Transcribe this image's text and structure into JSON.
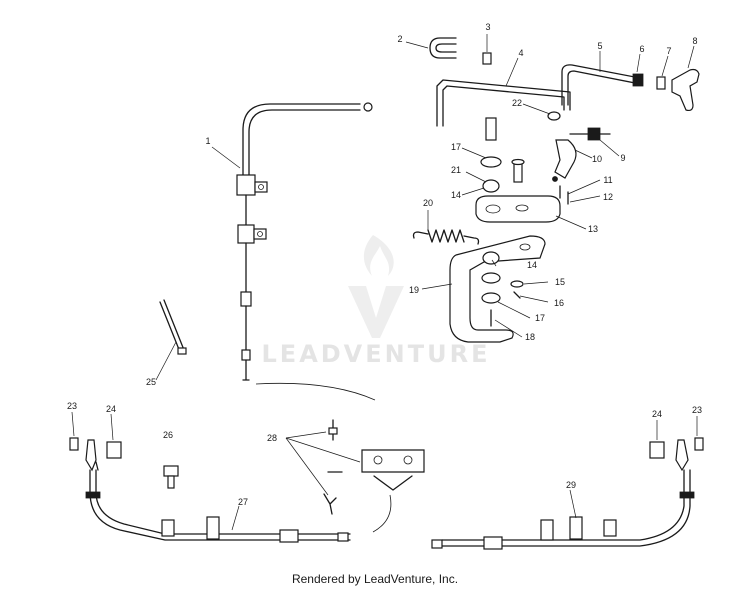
{
  "watermark": {
    "brand": "LEADVENTURE"
  },
  "footer": {
    "text": "Rendered by LeadVenture, Inc."
  },
  "callouts": {
    "n1": "1",
    "n2": "2",
    "n3": "3",
    "n4": "4",
    "n5": "5",
    "n6": "6",
    "n7": "7",
    "n8": "8",
    "n9": "9",
    "n10": "10",
    "n11": "11",
    "n12": "12",
    "n13": "13",
    "n14a": "14",
    "n14b": "14",
    "n15": "15",
    "n16": "16",
    "n17a": "17",
    "n17b": "17",
    "n18": "18",
    "n19": "19",
    "n20": "20",
    "n21": "21",
    "n22": "22",
    "n23a": "23",
    "n23b": "23",
    "n24a": "24",
    "n24b": "24",
    "n25": "25",
    "n26": "26",
    "n27": "27",
    "n28": "28",
    "n29": "29"
  }
}
